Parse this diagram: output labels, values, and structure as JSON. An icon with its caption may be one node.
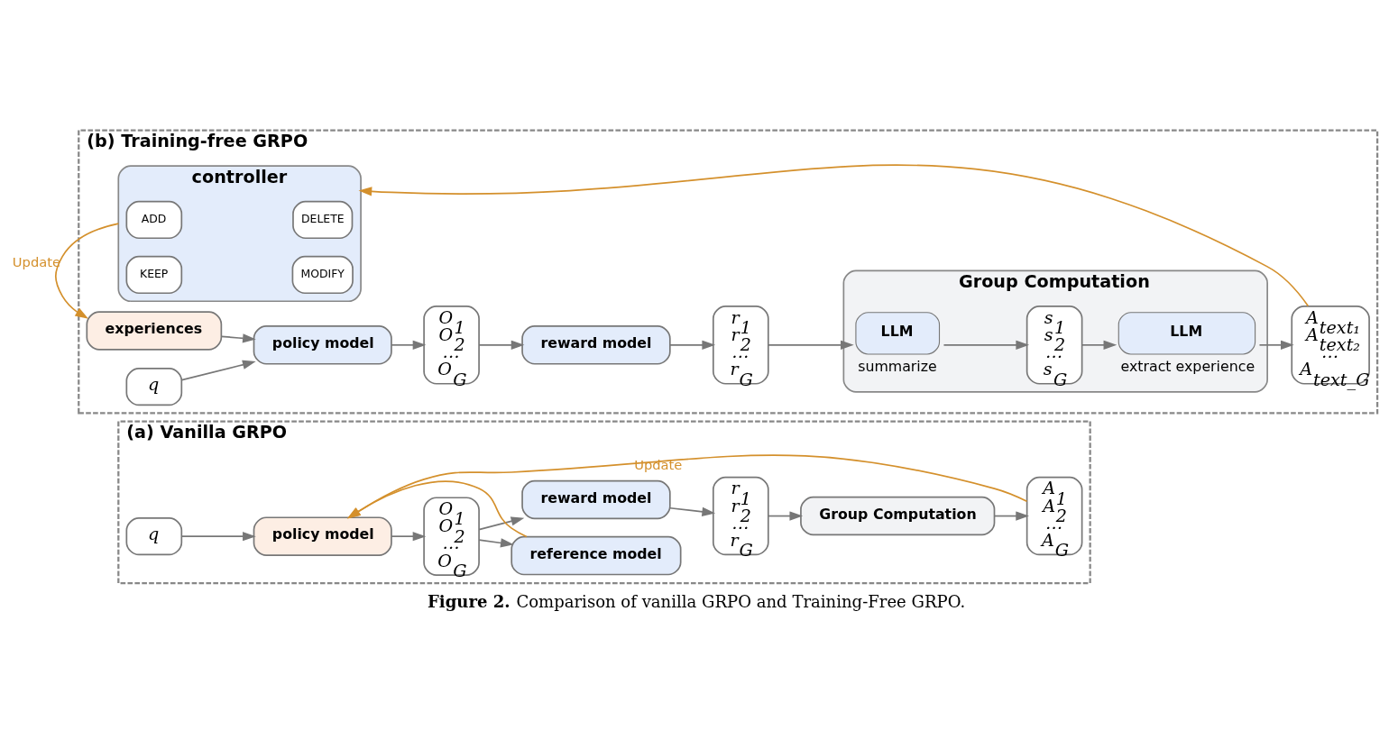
{
  "diagram": {
    "caption": "**Figure 2.** Comparison of vanilla GRPO and Training-Free GRPO.",
    "nodes": [
      {
        "text": [
          "(a) Vanilla GRPO"
        ]
      },
      {
        "text": [
          "q"
        ],
        "in": 0
      },
      {
        "text": [
          "policy model"
        ],
        "in": 0
      },
      {
        "text": [
          "O$_{1}$",
          "O$_{2}$",
          "…",
          "O$_{G}$"
        ],
        "in": 0
      },
      {
        "text": [
          "reference model"
        ],
        "in": 0
      },
      {
        "text": [
          "reward model"
        ],
        "in": 0
      },
      {
        "text": [
          "r$_{1}$",
          "r$_{2}$",
          "…",
          "r$_{G}$"
        ],
        "in": 0
      },
      {
        "text": [
          "Group Computation"
        ],
        "in": 0
      },
      {
        "text": [
          "A$_{1}$",
          "A$_{2}$",
          "…",
          "A$_{G}$"
        ],
        "in": 0
      },
      {
        "text": [
          "(b) Training-free GRPO"
        ]
      },
      {
        "text": [
          "controller"
        ],
        "in": 9
      },
      {
        "text": [
          "ADD"
        ],
        "in": 10
      },
      {
        "text": [
          "DELETE"
        ],
        "in": 10
      },
      {
        "text": [
          "KEEP"
        ],
        "in": 10
      },
      {
        "text": [
          "MODIFY"
        ],
        "in": 10
      },
      {
        "text": [
          "experiences"
        ],
        "in": 9
      },
      {
        "text": [
          "q"
        ],
        "in": 9
      },
      {
        "text": [
          "policy model"
        ],
        "in": 9
      },
      {
        "text": [
          "O$_{1}$",
          "O$_{2}$",
          "…",
          "O$_{G}$"
        ],
        "in": 9
      },
      {
        "text": [
          "reward model"
        ],
        "in": 9
      },
      {
        "text": [
          "r$_{1}$",
          "r$_{2}$",
          "…",
          "r$_{G}$"
        ],
        "in": 9
      },
      {
        "text": [
          "Group Computation"
        ],
        "in": 9
      },
      {
        "text": [
          "LLM"
        ],
        "in": 21,
        "beside": [
          "summarize"
        ]
      },
      {
        "text": [
          "s$_{1}$",
          "s$_{2}$",
          "…",
          "s$_{G}$"
        ],
        "in": 21
      },
      {
        "text": [
          "LLM"
        ],
        "in": 21,
        "beside": [
          "extract experience"
        ]
      },
      {
        "text": [
          "A$_{text₁}$",
          "A$_{text₂}$",
          "…",
          "A$_{text_G}$"
        ],
        "in": 9
      }
    ],
    "edges": [
      {
        "from": 1,
        "to": 2,
        "arrow": "to"
      },
      {
        "from": 2,
        "to": 3,
        "arrow": "to"
      },
      {
        "from": 3,
        "to": 4,
        "arrow": "to"
      },
      {
        "from": 3,
        "to": 5,
        "arrow": "to"
      },
      {
        "from": 5,
        "to": 6,
        "arrow": "to"
      },
      {
        "from": 6,
        "to": 7,
        "arrow": "to"
      },
      {
        "from": 7,
        "to": 8,
        "arrow": "to"
      },
      {
        "from": 8,
        "to": 2,
        "arrow": "to",
        "label": "Update",
        "color": "#d4902c"
      },
      {
        "from": 4,
        "to": 2,
        "arrow": "to",
        "color": "#d4902c"
      },
      {
        "from": 15,
        "to": 17,
        "arrow": "to"
      },
      {
        "from": 16,
        "to": 17,
        "arrow": "to"
      },
      {
        "from": 17,
        "to": 18,
        "arrow": "to"
      },
      {
        "from": 18,
        "to": 19,
        "arrow": "to"
      },
      {
        "from": 19,
        "to": 20,
        "arrow": "to"
      },
      {
        "from": 20,
        "to": 22,
        "arrow": "to"
      },
      {
        "from": 22,
        "to": 23,
        "arrow": "to"
      },
      {
        "from": 23,
        "to": 24,
        "arrow": "to"
      },
      {
        "from": 24,
        "to": 25,
        "arrow": "to"
      },
      {
        "from": 25,
        "to": 10,
        "arrow": "to",
        "color": "#d4902c"
      },
      {
        "from": 10,
        "to": 15,
        "arrow": "to",
        "label": "Update",
        "color": "#d4902c"
      }
    ]
  }
}
